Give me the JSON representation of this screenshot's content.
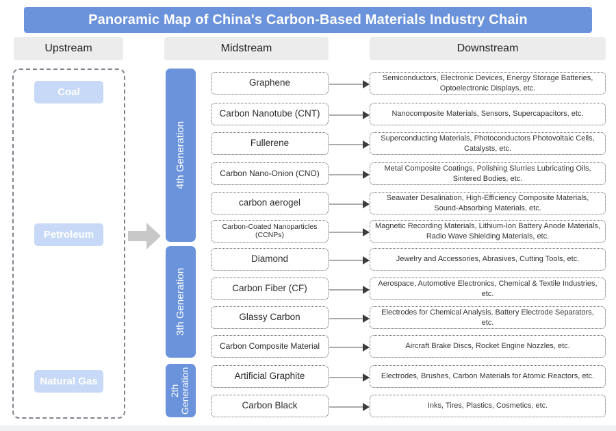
{
  "title": "Panoramic Map of China's Carbon-Based Materials Industry Chain",
  "headers": {
    "upstream": "Upstream",
    "midstream": "Midstream",
    "downstream": "Downstream"
  },
  "upstream": {
    "items": [
      "Coal",
      "Petroleum",
      "Natural Gas"
    ]
  },
  "midstream": {
    "generations": [
      "4th Generation",
      "3th Generation",
      "2th Generation"
    ]
  },
  "chain": [
    {
      "generation": "4th Generation",
      "material": "Graphene",
      "applications": "Semiconductors, Electronic Devices, Energy Storage Batteries, Optoelectronic Displays, etc."
    },
    {
      "generation": "4th Generation",
      "material": "Carbon Nanotube (CNT)",
      "applications": "Nanocomposite Materials, Sensors, Supercapacitors, etc."
    },
    {
      "generation": "4th Generation",
      "material": "Fullerene",
      "applications": "Superconducting Materials, Photoconductors Photovoltaic Cells, Catalysts, etc."
    },
    {
      "generation": "4th Generation",
      "material": "Carbon Nano-Onion (CNO)",
      "applications": "Metal Composite Coatings, Polishing Slurries Lubricating Oils, Sintered Bodies, etc."
    },
    {
      "generation": "4th Generation",
      "material": "carbon aerogel",
      "applications": "Seawater Desalination, High-Efficiency Composite Materials, Sound-Absorbing Materials, etc."
    },
    {
      "generation": "4th Generation",
      "material": "Carbon-Coated Nanoparticles (CCNPs)",
      "applications": "Magnetic Recording Materials, Lithium-Ion Battery Anode Materials, Radio Wave Shielding Materials, etc."
    },
    {
      "generation": "3th Generation",
      "material": "Diamond",
      "applications": "Jewelry and Accessories, Abrasives, Cutting Tools, etc."
    },
    {
      "generation": "3th Generation",
      "material": "Carbon Fiber (CF)",
      "applications": "Aerospace, Automotive Electronics, Chemical & Textile Industries, etc."
    },
    {
      "generation": "3th Generation",
      "material": "Glassy Carbon",
      "applications": "Electrodes for Chemical Analysis, Battery Electrode Separators, etc."
    },
    {
      "generation": "3th Generation",
      "material": "Carbon Composite Material",
      "applications": "Aircraft Brake Discs, Rocket Engine Nozzles, etc."
    },
    {
      "generation": "2th Generation",
      "material": "Artificial Graphite",
      "applications": "Electrodes, Brushes, Carbon Materials for Atomic Reactors, etc."
    },
    {
      "generation": "2th Generation",
      "material": "Carbon Black",
      "applications": "Inks, Tires, Plastics, Cosmetics, etc."
    }
  ],
  "colors": {
    "title_bg": "#6b93db",
    "generation_bar_bg": "#6b93db",
    "upstream_chip_bg": "#c7d9f6",
    "column_header_bg": "#ececec",
    "flow_arrow_gray": "#c8c8c8",
    "box_border": "#5f5f5f"
  }
}
